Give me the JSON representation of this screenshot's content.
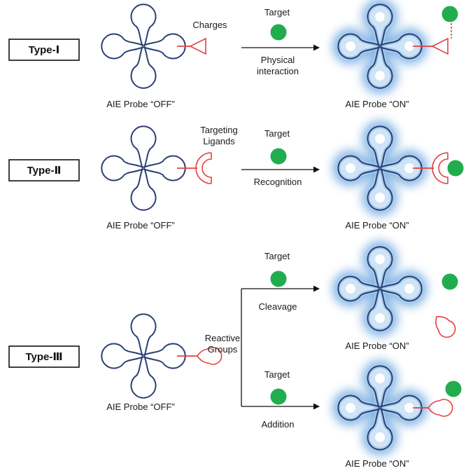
{
  "types": [
    {
      "label": "Type-Ⅰ",
      "group_label": [
        "Charges"
      ],
      "target_label": "Target",
      "process_label": [
        "Physical",
        "interaction"
      ],
      "off_label": "AIE Probe “OFF”",
      "on_label": "AIE Probe “ON”"
    },
    {
      "label": "Type-Ⅱ",
      "group_label": [
        "Targeting",
        "Ligands"
      ],
      "target_label": "Target",
      "process_label": [
        "Recognition"
      ],
      "off_label": "AIE Probe “OFF”",
      "on_label": "AIE Probe “ON”"
    },
    {
      "label": "Type-Ⅲ",
      "group_label": [
        "Reactive",
        "Groups"
      ],
      "off_label": "AIE Probe “OFF”",
      "branches": [
        {
          "target_label": "Target",
          "process_label": "Cleavage",
          "on_label": "AIE Probe “ON”"
        },
        {
          "target_label": "Target",
          "process_label": "Addition",
          "on_label": "AIE Probe “ON”"
        }
      ]
    }
  ],
  "colors": {
    "probe_outline": "#2a4072",
    "glow": "#5b9bdc",
    "group_red": "#e5403f",
    "target_green": "#21ad4d",
    "arrow": "#111111",
    "label_box_border": "#111111"
  },
  "icons": [
    "aie-probe-icon",
    "charge-group-icon",
    "ligand-group-icon",
    "reactive-group-icon",
    "target-molecule-icon"
  ]
}
